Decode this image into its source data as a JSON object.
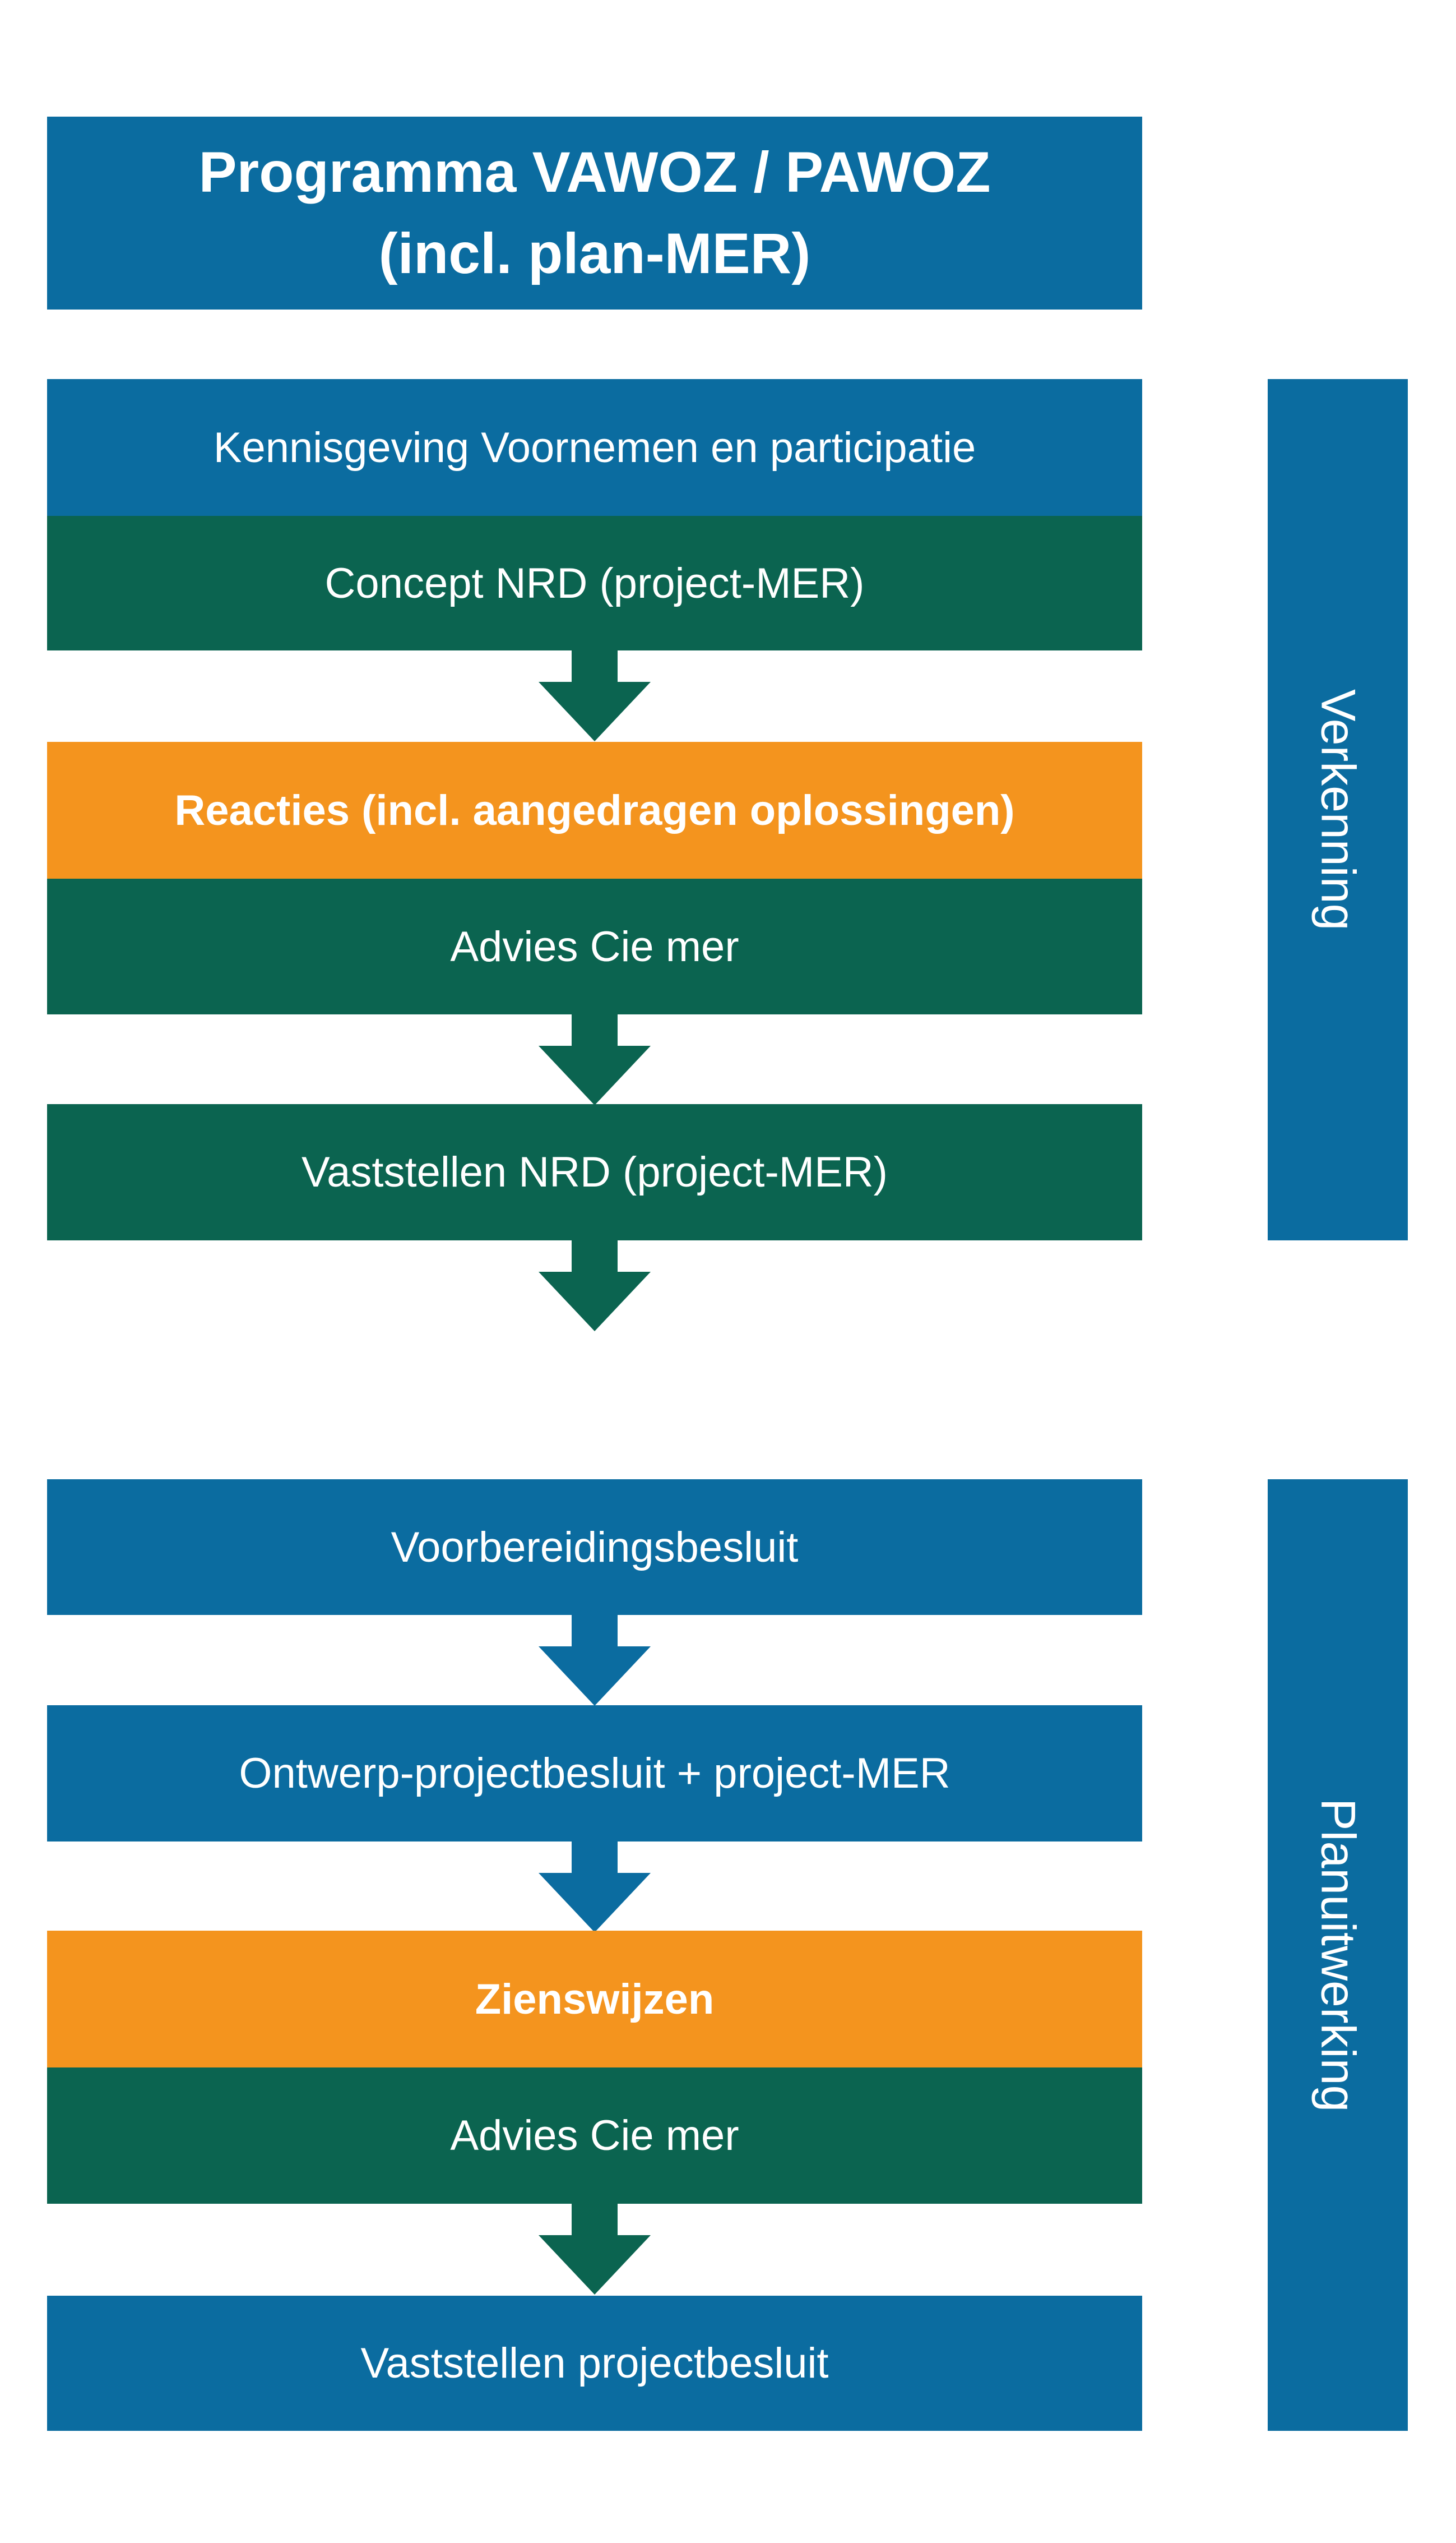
{
  "colors": {
    "blue": "#0b6ca0",
    "green": "#0b6450",
    "orange": "#f4941e",
    "text": "#ffffff",
    "background": "#ffffff"
  },
  "title": {
    "line1": "Programma VAWOZ / PAWOZ",
    "line2": "(incl. plan-MER)"
  },
  "phase1": {
    "label": "Verkenning",
    "step1": "Kennisgeving Voornemen en participatie",
    "step2": "Concept NRD (project-MER)",
    "step3": "Reacties (incl. aangedragen oplossingen)",
    "step4": "Advies Cie mer",
    "step5": "Vaststellen NRD (project-MER)"
  },
  "phase2": {
    "label": "Planuitwerking",
    "step1": "Voorbereidingsbesluit",
    "step2": "Ontwerp-projectbesluit + project-MER",
    "step3": "Zienswijzen",
    "step4": "Advies Cie mer",
    "step5": "Vaststellen projectbesluit"
  }
}
